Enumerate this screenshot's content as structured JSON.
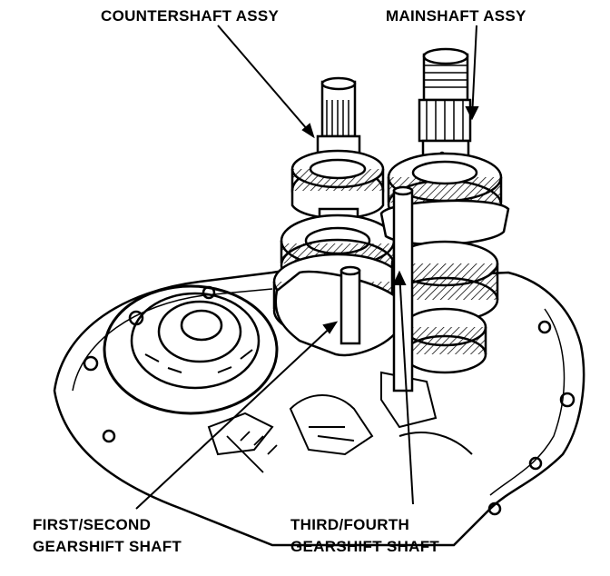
{
  "labels": {
    "countershaft": "COUNTERSHAFT ASSY",
    "mainshaft": "MAINSHAFT ASSY",
    "first_second_line1": "FIRST/SECOND",
    "first_second_line2": "GEARSHIFT SHAFT",
    "third_fourth_line1": "THIRD/FOURTH",
    "third_fourth_line2": "GEARSHIFT SHAFT"
  },
  "colors": {
    "ink": "#000000",
    "paper": "#ffffff"
  }
}
